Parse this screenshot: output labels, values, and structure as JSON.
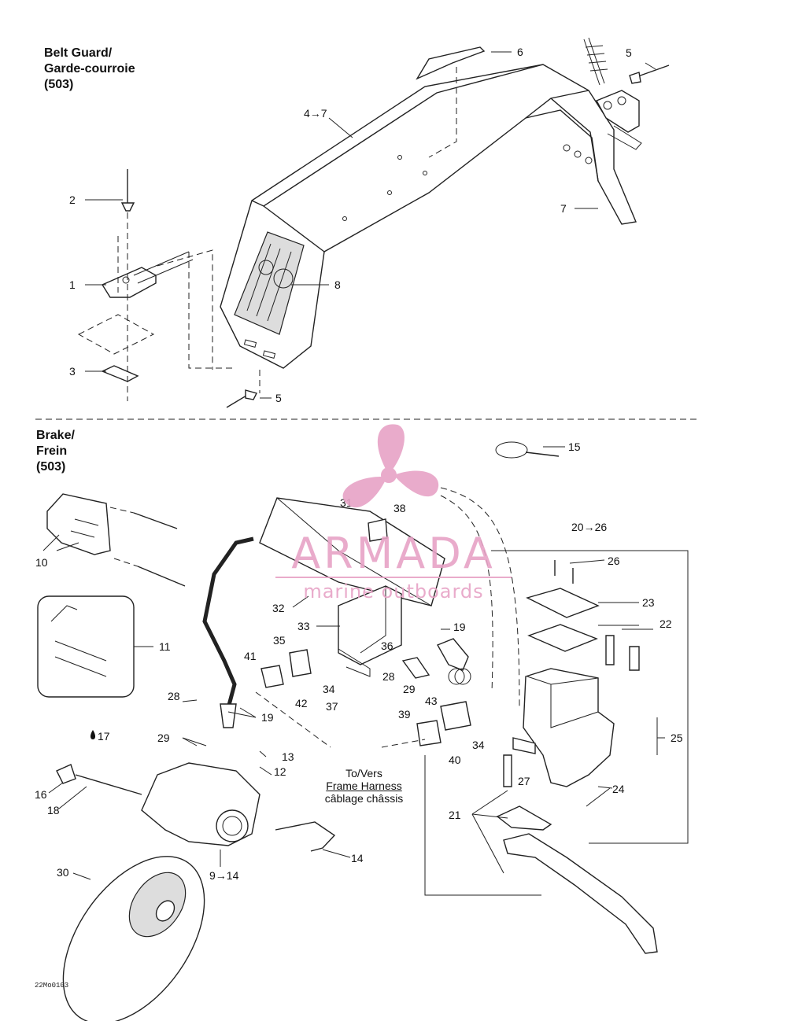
{
  "sections": {
    "belt_guard": {
      "line1": "Belt Guard/",
      "line2": "Garde-courroie",
      "line3": "(503)"
    },
    "brake": {
      "line1": "Brake/",
      "line2": "Frein",
      "line3": "(503)"
    }
  },
  "callouts": {
    "c2": "2",
    "c1": "1",
    "c3": "3",
    "c5a": "5",
    "c5b": "5",
    "c6": "6",
    "c47": "4→7",
    "c7": "7",
    "c8": "8",
    "c15": "15",
    "c31": "31",
    "c38": "38",
    "c2026": "20→26",
    "c26": "26",
    "c23": "23",
    "c22": "22",
    "c10": "10",
    "c11": "11",
    "c32": "32",
    "c33": "33",
    "c19a": "19",
    "c35": "35",
    "c36": "36",
    "c41": "41",
    "c28a": "28",
    "c34a": "34",
    "c42": "42",
    "c37": "37",
    "c29a": "29",
    "c43": "43",
    "c39": "39",
    "c34b": "34",
    "c40": "40",
    "c25": "25",
    "c28b": "28",
    "c19b": "19",
    "c17": "17",
    "c29b": "29",
    "c13": "13",
    "c12": "12",
    "c16": "16",
    "c18": "18",
    "c27": "27",
    "c24": "24",
    "c21": "21",
    "c14": "14",
    "c30": "30",
    "c914": "9→14"
  },
  "frame_note": {
    "line1": "To/Vers",
    "line2": "Frame Harness",
    "line3": "câblage châssis"
  },
  "drawing_code": "22Mo0103",
  "watermark": {
    "brand": "ARMADA",
    "tagline": "marine outboards",
    "color": "#e7a3c6"
  }
}
